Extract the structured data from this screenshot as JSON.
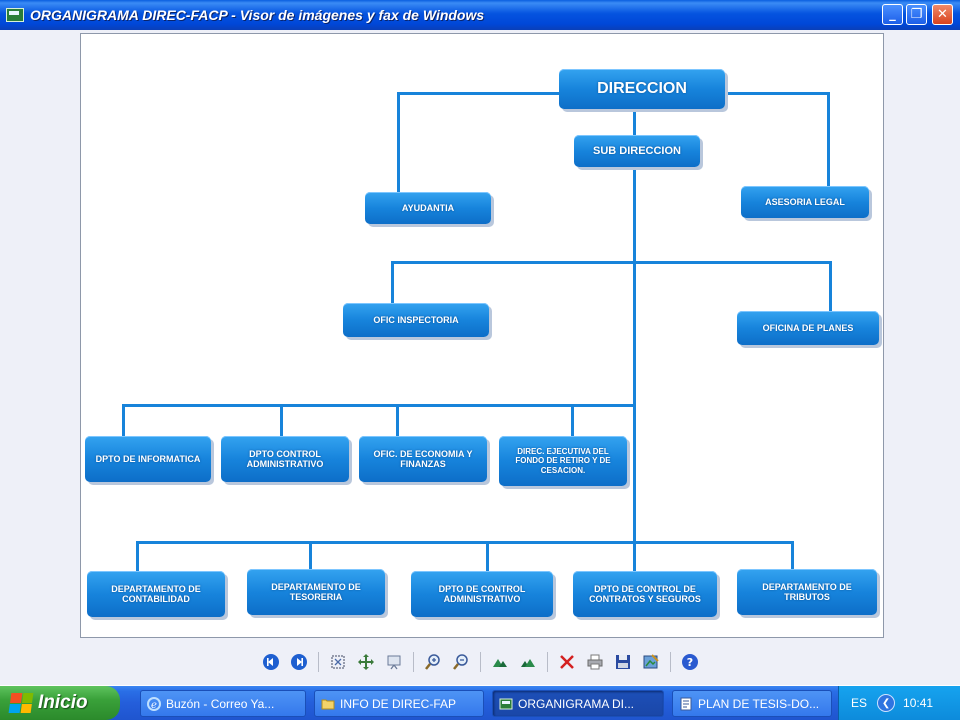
{
  "window": {
    "title": "ORGANIGRAMA DIREC-FACP - Visor de imágenes y fax de Windows",
    "min_icon": "minimize-icon",
    "max_icon": "restore-icon",
    "close_icon": "close-icon"
  },
  "org_chart": {
    "direccion": "DIRECCION",
    "sub_direccion": "SUB DIRECCION",
    "ayudantia": "AYUDANTIA",
    "asesoria_legal": "ASESORIA LEGAL",
    "ofic_inspectoria": "OFIC INSPECTORIA",
    "oficina_planes": "OFICINA DE PLANES",
    "dpto_informatica": "DPTO DE INFORMATICA",
    "dpto_control_adm": "DPTO CONTROL ADMINISTRATIVO",
    "ofic_economia": "OFIC. DE ECONOMIA Y FINANZAS",
    "direc_ejecutiva": "DIREC. EJECUTIVA DEL FONDO DE RETIRO Y DE CESACION.",
    "depto_contabilidad": "DEPARTAMENTO DE CONTABILIDAD",
    "depto_tesoreria": "DEPARTAMENTO DE TESORERIA",
    "dpto_control_adm2": "DPTO DE CONTROL ADMINISTRATIVO",
    "dpto_control_contratos": "DPTO DE CONTROL DE CONTRATOS Y SEGUROS",
    "depto_tributos": "DEPARTAMENTO DE TRIBUTOS",
    "colors": {
      "box": "#1784dc",
      "line": "#1783da"
    }
  },
  "toolbar": {
    "icons": [
      "previous-image-icon",
      "next-image-icon",
      "best-fit-icon",
      "actual-size-icon",
      "slideshow-icon",
      "zoom-in-icon",
      "zoom-out-icon",
      "rotate-clockwise-icon",
      "rotate-counterclockwise-icon",
      "delete-icon",
      "print-icon",
      "save-icon",
      "edit-icon",
      "help-icon"
    ]
  },
  "taskbar": {
    "start_label": "Inicio",
    "tasks": [
      {
        "label": "Buzón - Correo Ya...",
        "icon": "ie-icon"
      },
      {
        "label": "INFO DE DIREC-FAP",
        "icon": "folder-icon"
      },
      {
        "label": "ORGANIGRAMA DI...",
        "icon": "image-viewer-icon"
      },
      {
        "label": "PLAN DE TESIS-DO...",
        "icon": "document-icon"
      }
    ],
    "language": "ES",
    "clock": "10:41"
  }
}
